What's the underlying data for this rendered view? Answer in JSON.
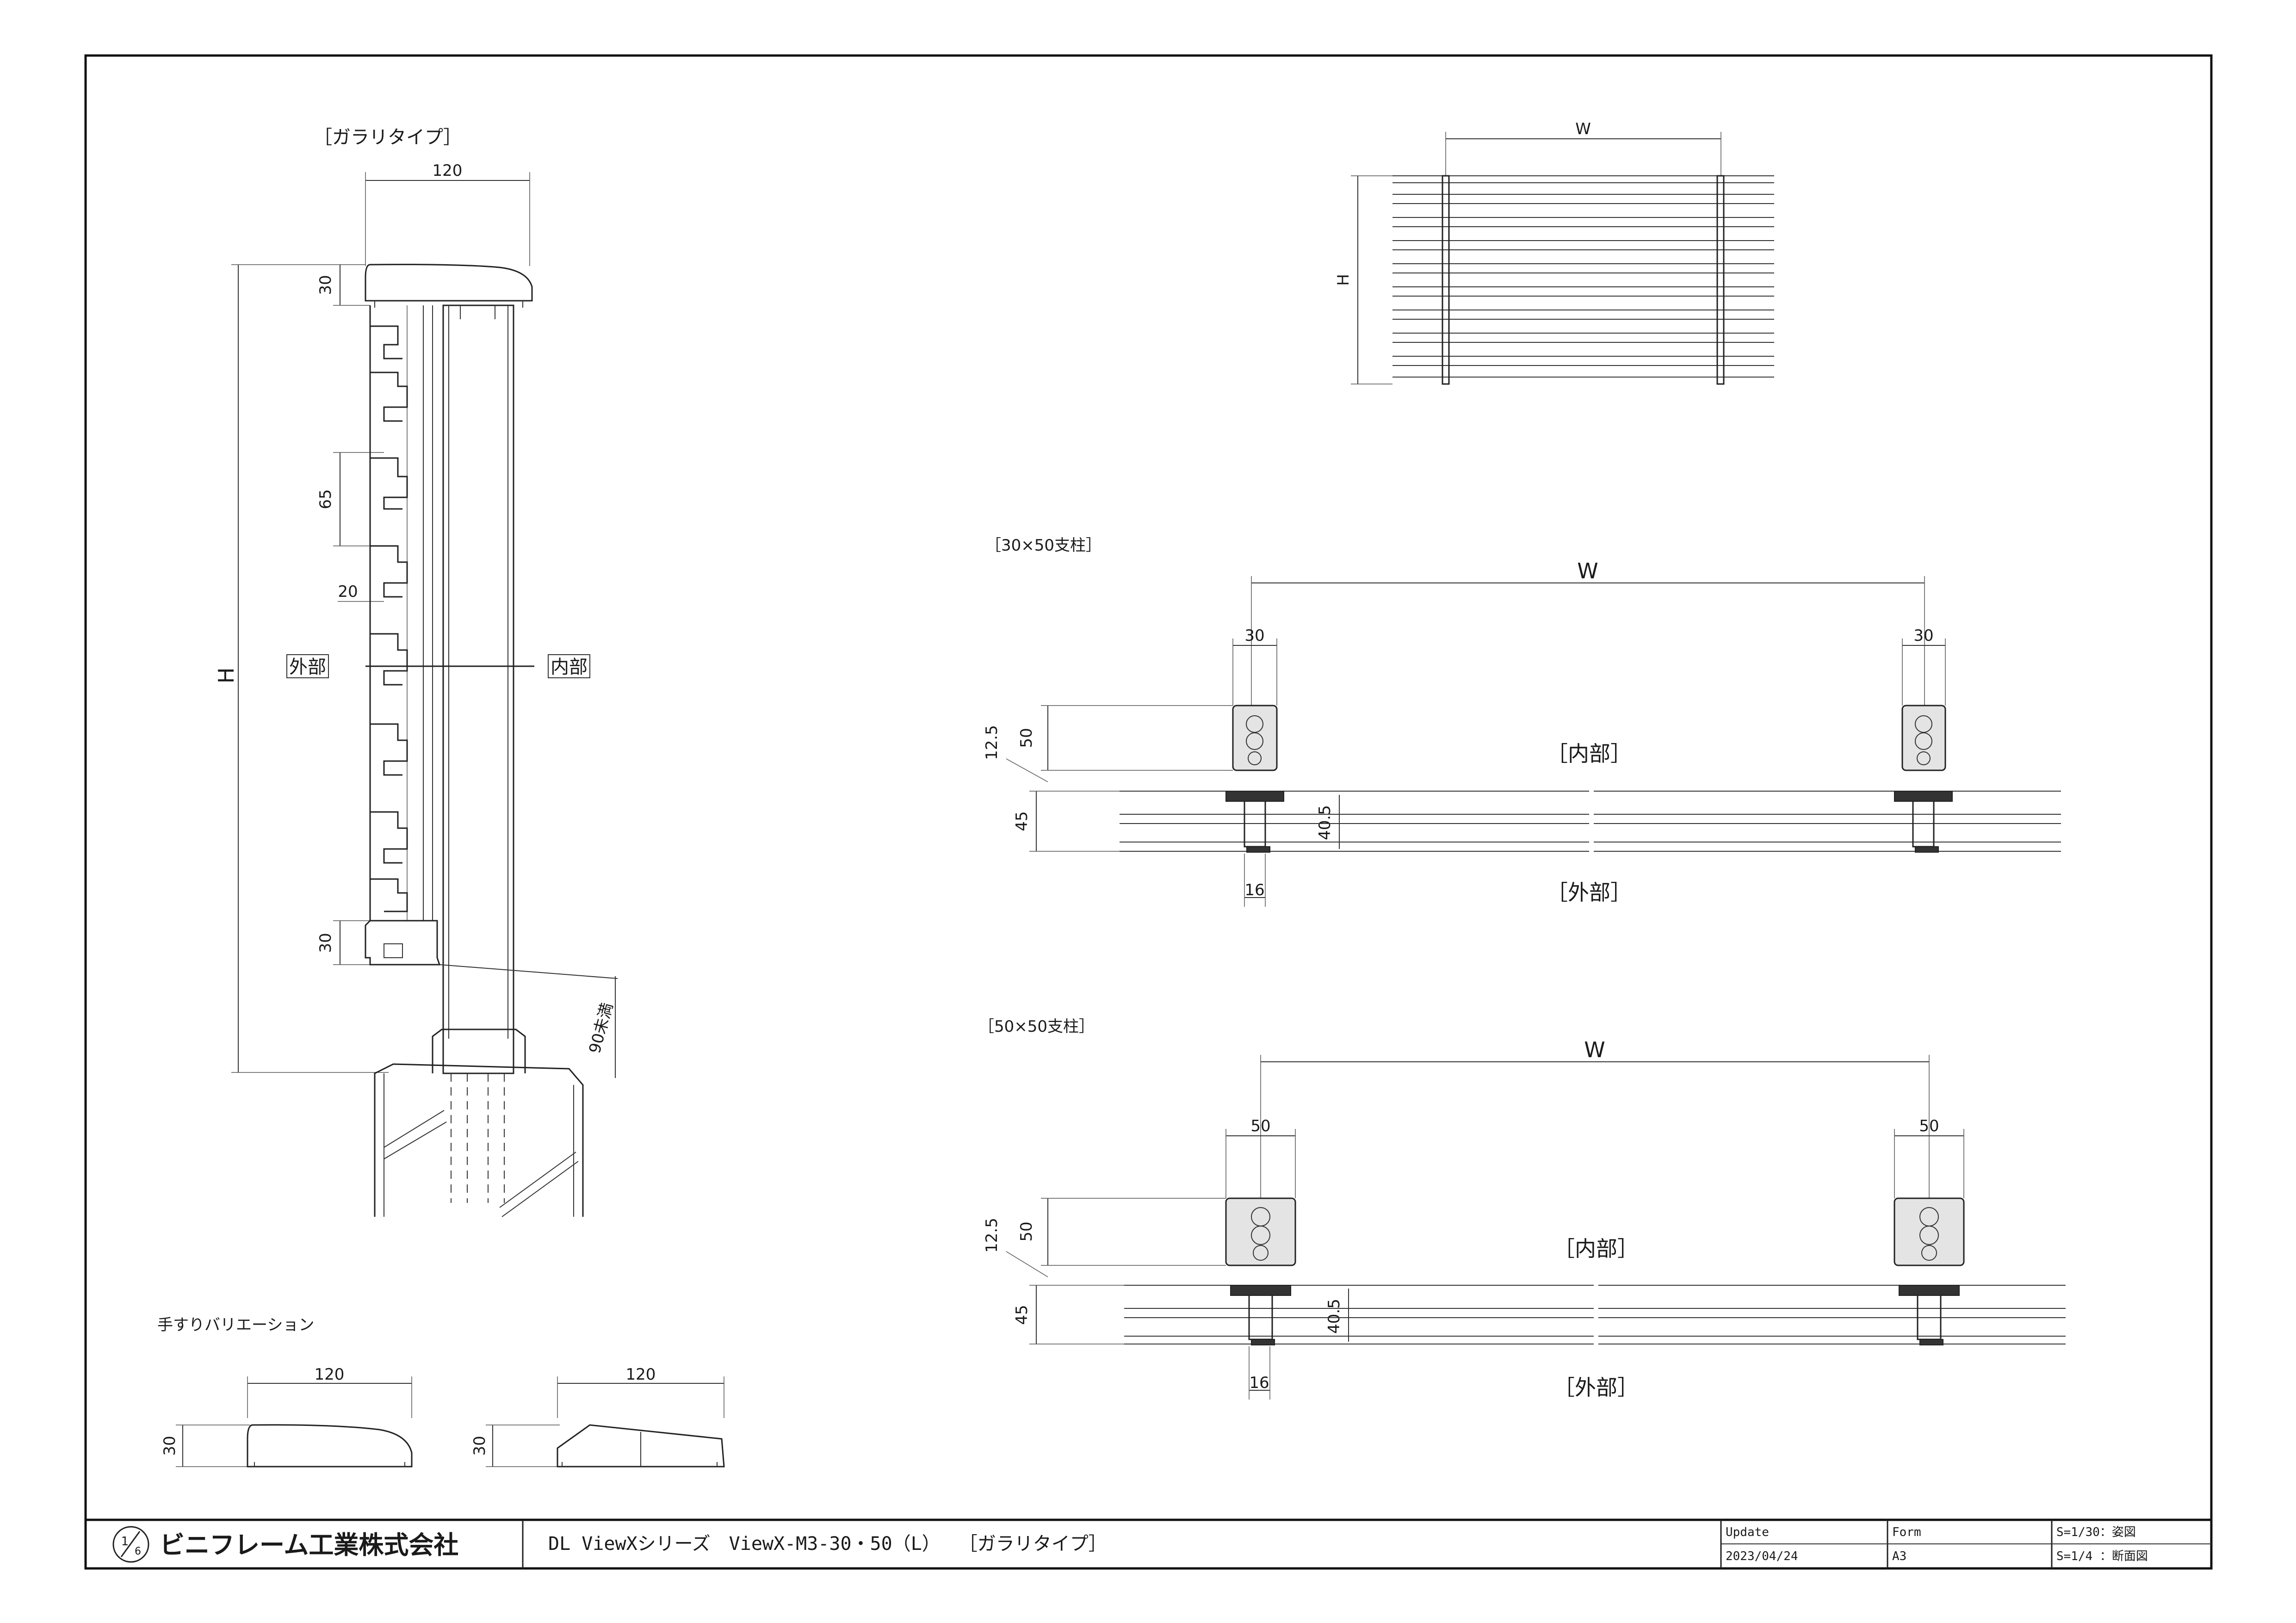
{
  "side_view": {
    "type_label": "［ガラリタイプ］",
    "width_dim": "120",
    "top_rail_dim": "30",
    "slat_pitch_dim": "65",
    "slat_gap_dim": "20",
    "bottom_rail_dim": "30",
    "height_dim": "H",
    "outside_label": "外部",
    "inside_label": "内部",
    "gap_note": "90未満"
  },
  "elevation": {
    "width_label": "W",
    "height_label": "H"
  },
  "section_30x50": {
    "title": "［30×50支柱］",
    "width_label": "W",
    "post_width_left": "30",
    "post_width_right": "30",
    "post_depth": "50",
    "offset": "12.5",
    "rail_height": "45",
    "rail_inner": "40.5",
    "base_width": "16",
    "inside_label": "［内部］",
    "outside_label": "［外部］"
  },
  "section_50x50": {
    "title": "［50×50支柱］",
    "width_label": "W",
    "post_width_left": "50",
    "post_width_right": "50",
    "post_depth": "50",
    "offset": "12.5",
    "rail_height": "45",
    "rail_inner": "40.5",
    "base_width": "16",
    "inside_label": "［内部］",
    "outside_label": "［外部］"
  },
  "handrail_variations": {
    "title": "手すりバリエーション",
    "items": [
      {
        "width": "120",
        "height": "30"
      },
      {
        "width": "120",
        "height": "30"
      }
    ]
  },
  "title_block": {
    "company": "ビニフレーム工業株式会社",
    "drawing_title": "DL ViewXシリーズ　ViewX-M3-30・50（L）　　［ガラリタイプ］",
    "update_label": "Update",
    "update_value": "2023/04/24",
    "form_label": "Form",
    "form_value": "A3",
    "scale_1": "S=1/30：姿図",
    "scale_2": "S=1/4 ：断面図"
  }
}
